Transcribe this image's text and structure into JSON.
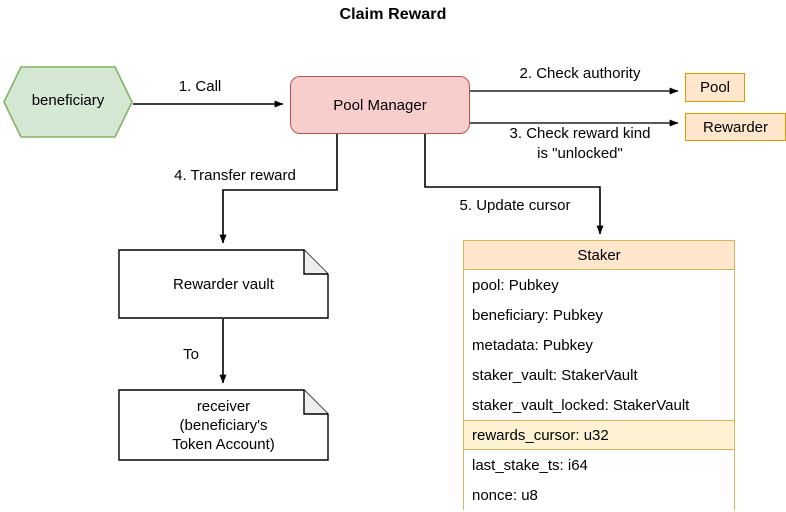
{
  "title": "Claim Reward",
  "colors": {
    "hex_fill": "#d5e8d4",
    "hex_stroke": "#82b366",
    "manager_fill": "#f8cecc",
    "manager_stroke": "#b85450",
    "orange_fill": "#ffe6cc",
    "orange_stroke": "#d79b00",
    "table_stroke": "#d6b656",
    "highlight_fill": "#fdf3d3",
    "note_fill": "#ffffff",
    "note_stroke": "#000000",
    "edge_stroke": "#000000"
  },
  "nodes": {
    "beneficiary": {
      "label": "beneficiary",
      "shape": "hexagon"
    },
    "pool_manager": {
      "label": "Pool Manager",
      "shape": "rounded-rect"
    },
    "pool": {
      "label": "Pool",
      "shape": "rect"
    },
    "rewarder": {
      "label": "Rewarder",
      "shape": "rect"
    },
    "rewarder_vault": {
      "label": "Rewarder vault",
      "shape": "note"
    },
    "receiver": {
      "label": "receiver\n(beneficiary's\nToken Account)",
      "shape": "note"
    }
  },
  "edges": [
    {
      "id": "call",
      "label": "1. Call",
      "from": "beneficiary",
      "to": "pool_manager"
    },
    {
      "id": "check-authority",
      "label": "2. Check authority",
      "from": "pool_manager",
      "to": "pool"
    },
    {
      "id": "check-reward-kind",
      "label": "3. Check reward kind\nis \"unlocked\"",
      "from": "pool_manager",
      "to": "rewarder"
    },
    {
      "id": "transfer-reward",
      "label": "4. Transfer reward",
      "from": "pool_manager",
      "to": "rewarder_vault"
    },
    {
      "id": "update-cursor",
      "label": "5. Update cursor",
      "from": "pool_manager",
      "to": "staker"
    },
    {
      "id": "to",
      "label": "To",
      "from": "rewarder_vault",
      "to": "receiver"
    }
  ],
  "staker_table": {
    "header": "Staker",
    "rows": [
      {
        "text": "pool: Pubkey",
        "highlighted": false
      },
      {
        "text": "beneficiary: Pubkey",
        "highlighted": false
      },
      {
        "text": "metadata: Pubkey",
        "highlighted": false
      },
      {
        "text": "staker_vault: StakerVault",
        "highlighted": false
      },
      {
        "text": "staker_vault_locked: StakerVault",
        "highlighted": false
      },
      {
        "text": "rewards_cursor: u32",
        "highlighted": true
      },
      {
        "text": "last_stake_ts: i64",
        "highlighted": false
      },
      {
        "text": "nonce: u8",
        "highlighted": false
      }
    ]
  }
}
